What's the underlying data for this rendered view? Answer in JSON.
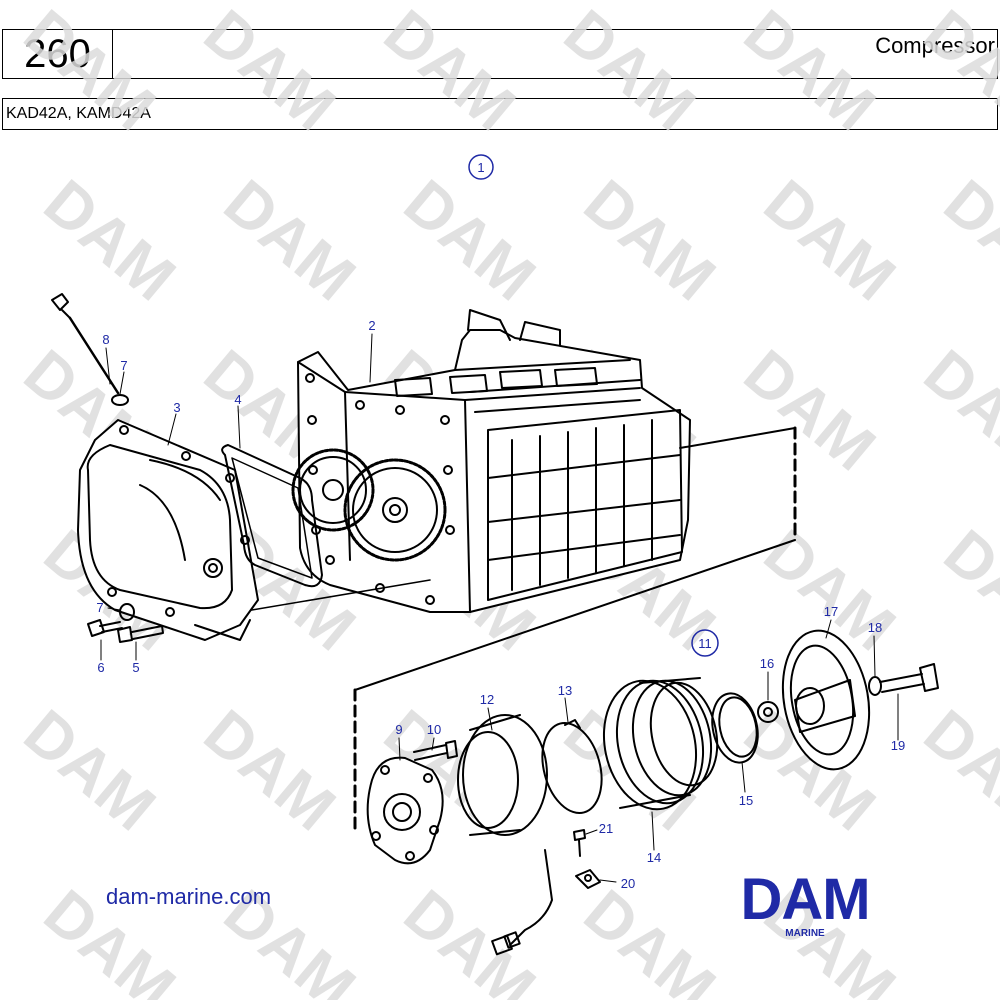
{
  "header": {
    "page_number": "260",
    "title": "Compressor",
    "models": "KAD42A, KAMD42A"
  },
  "group_labels": {
    "main": "1",
    "clutch": "11"
  },
  "callouts": [
    "2",
    "3",
    "4",
    "5",
    "6",
    "7",
    "7",
    "8",
    "9",
    "10",
    "12",
    "13",
    "14",
    "15",
    "16",
    "17",
    "18",
    "19",
    "20",
    "21"
  ],
  "footer": {
    "website": "dam-marine.com",
    "logo_text": "DAM",
    "logo_subtext": "MARINE"
  },
  "watermark": "DAM",
  "colors": {
    "ink": "#000000",
    "callout": "#1f2aa6",
    "logo": "#1f2aa6",
    "watermark": "#d9d9d9"
  }
}
